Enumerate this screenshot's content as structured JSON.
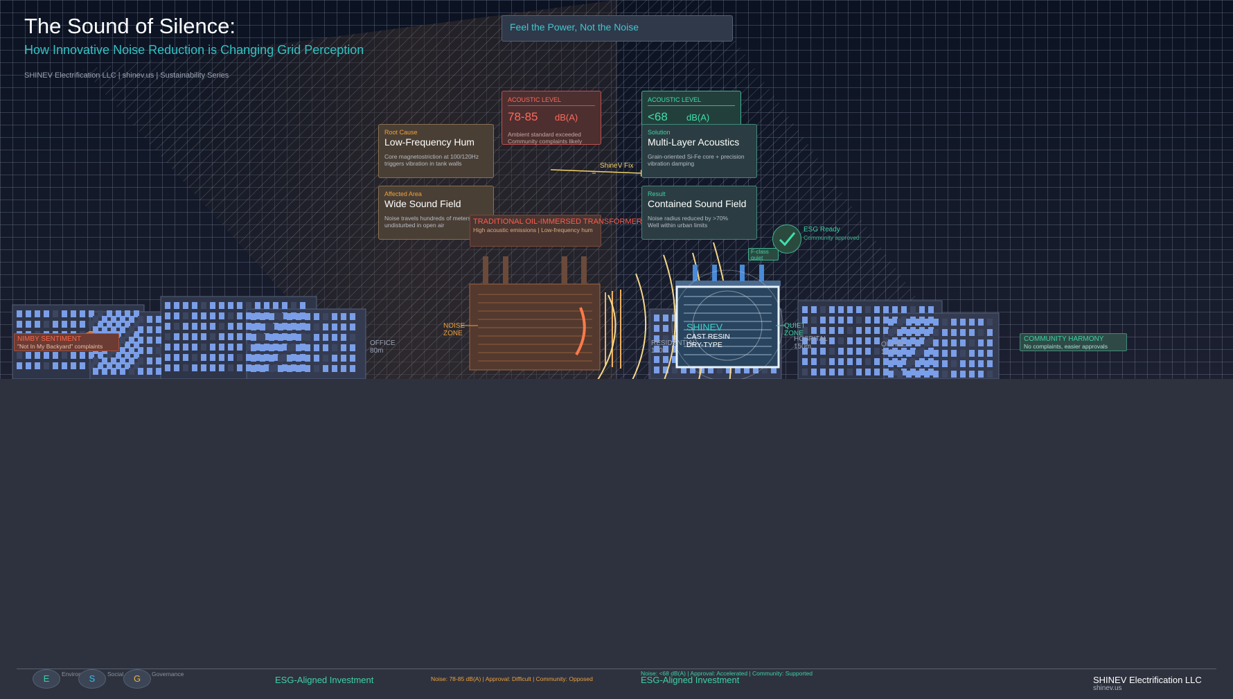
{
  "header": {
    "title": "The Sound of Silence:",
    "subtitle": "How Innovative Noise Reduction is Changing Grid Perception",
    "byline": "SHINEV Electrification LLC  |  shinev.us  |  Sustainability Series",
    "tagline": "Feel the Power, Not the Noise"
  },
  "traditional": {
    "meter": {
      "kicker": "ACOUSTIC LEVEL",
      "value": "78-85",
      "unit": "dB(A)",
      "note": "Ambient standard exceeded\nCommunity complaints likely",
      "color": "#ff5d4d"
    },
    "cause": {
      "kicker": "Root Cause",
      "heading": "Low-Frequency Hum",
      "desc": "Core magnetostriction at 100/120Hz triggers vibration in tank walls"
    },
    "area": {
      "kicker": "Affected Area",
      "heading": "Wide Sound Field",
      "desc": "Noise travels hundreds of meters undisturbed in open air"
    },
    "label": "TRADITIONAL OIL-IMMERSED TRANSFORMER",
    "sublabel": "High acoustic emissions  |  Low-frequency hum",
    "zone": "NOISE\nZONE"
  },
  "shinev": {
    "meter": {
      "kicker": "ACOUSTIC LEVEL",
      "value": "<68",
      "unit": "dB(A)",
      "color": "#3fe0a8"
    },
    "solution": {
      "kicker": "Solution",
      "heading": "Multi-Layer Acoustics",
      "desc": "Grain-oriented Si-Fe core + precision vibration damping"
    },
    "result": {
      "kicker": "Result",
      "heading": "Contained Sound Field",
      "desc": "Noise radius reduced by >70%\nWell within urban limits"
    },
    "fix": "ShineV Fix",
    "name": "SHINEV",
    "type": "CAST RESIN\nDRY-TYPE",
    "fclass": "F-class\nquiet",
    "esg_ready": "ESG Ready",
    "esg_ready_sub": "Community approved",
    "zone": "QUIET\nZONE"
  },
  "buildings": {
    "office_left": "OFFICE\n80m",
    "residential": "RESIDENTIAL\n100m",
    "hospital": "HOSPITAL\n150m",
    "office_right": "OFFICE\n120m"
  },
  "nimby": {
    "title": "NIMBY SENTIMENT",
    "quote": "\"Not In My Backyard\" complaints"
  },
  "harmony": {
    "title": "COMMUNITY HARMONY",
    "note": "No complaints, easier approvals"
  },
  "footer": {
    "esg": [
      {
        "letter": "E",
        "word": "Environmental",
        "color": "#3fd1a6"
      },
      {
        "letter": "S",
        "word": "Social",
        "color": "#43b8e0"
      },
      {
        "letter": "G",
        "word": "Governance",
        "color": "#f0b13a"
      }
    ],
    "investment_left": "ESG-Aligned Investment",
    "investment_right": "ESG-Aligned Investment",
    "stats_traditional": "Noise: 78-85 dB(A)  |  Approval: Difficult  |  Community: Opposed",
    "stats_shinev": "Noise: <68 dB(A)  |  Approval: Accelerated  |  Community: Supported",
    "brand": "SHINEV Electrification LLC",
    "url": "shinev.us"
  }
}
